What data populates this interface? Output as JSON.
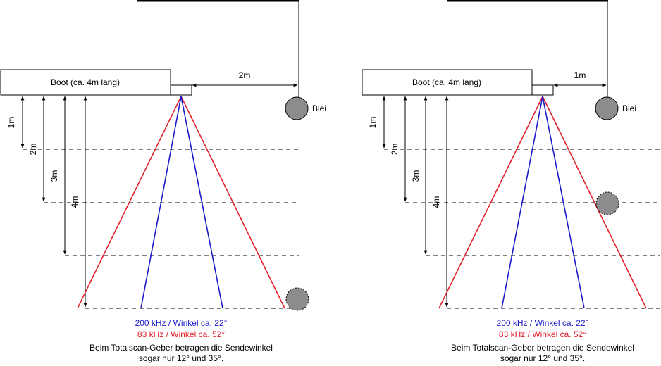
{
  "panels": [
    {
      "id": "left",
      "boat_label": "Boot (ca. 4m lang)",
      "distance_label": "2m",
      "weight_label": "Blei",
      "depth_labels": [
        "1m",
        "2m",
        "3m",
        "4m"
      ],
      "beam_200_label": "200 kHz / Winkel ca. 22°",
      "beam_83_label": "83 kHz / Winkel ca. 52°",
      "note_line1": "Beim Totalscan-Geber betragen die Sendewinkel",
      "note_line2": "sogar nur 12° und 35°."
    },
    {
      "id": "right",
      "boat_label": "Boot (ca. 4m lang)",
      "distance_label": "1m",
      "weight_label": "Blei",
      "depth_labels": [
        "1m",
        "2m",
        "3m",
        "4m"
      ],
      "beam_200_label": "200 kHz / Winkel ca. 22°",
      "beam_83_label": "83 kHz / Winkel ca. 52°",
      "note_line1": "Beim Totalscan-Geber betragen die Sendewinkel",
      "note_line2": "sogar nur 12° und 35°."
    }
  ],
  "colors": {
    "beam_200": "#1a1ac8",
    "beam_83": "#e0202a",
    "weight": "#8c8c8c"
  }
}
